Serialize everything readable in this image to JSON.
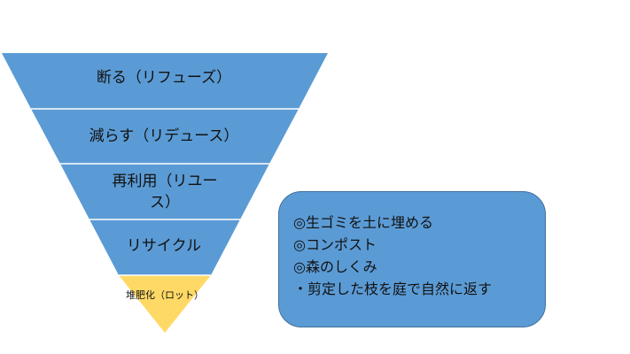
{
  "colors": {
    "level_fill": "#5b9bd5",
    "bottom_fill": "#ffd966",
    "box_fill": "#5b9bd5",
    "box_border": "#41719c",
    "text": "#111111"
  },
  "pyramid": {
    "levels": [
      {
        "label": "断る（リフューズ）"
      },
      {
        "label": "減らす（リデュース）"
      },
      {
        "label": "再利用（リユース）"
      },
      {
        "label": "リサイクル"
      },
      {
        "label": "堆肥化（ロット）"
      }
    ]
  },
  "info_box": {
    "lines": [
      "◎生ゴミを土に埋める",
      "◎コンポスト",
      "◎森のしくみ",
      "・剪定した枝を庭で自然に返す"
    ]
  }
}
